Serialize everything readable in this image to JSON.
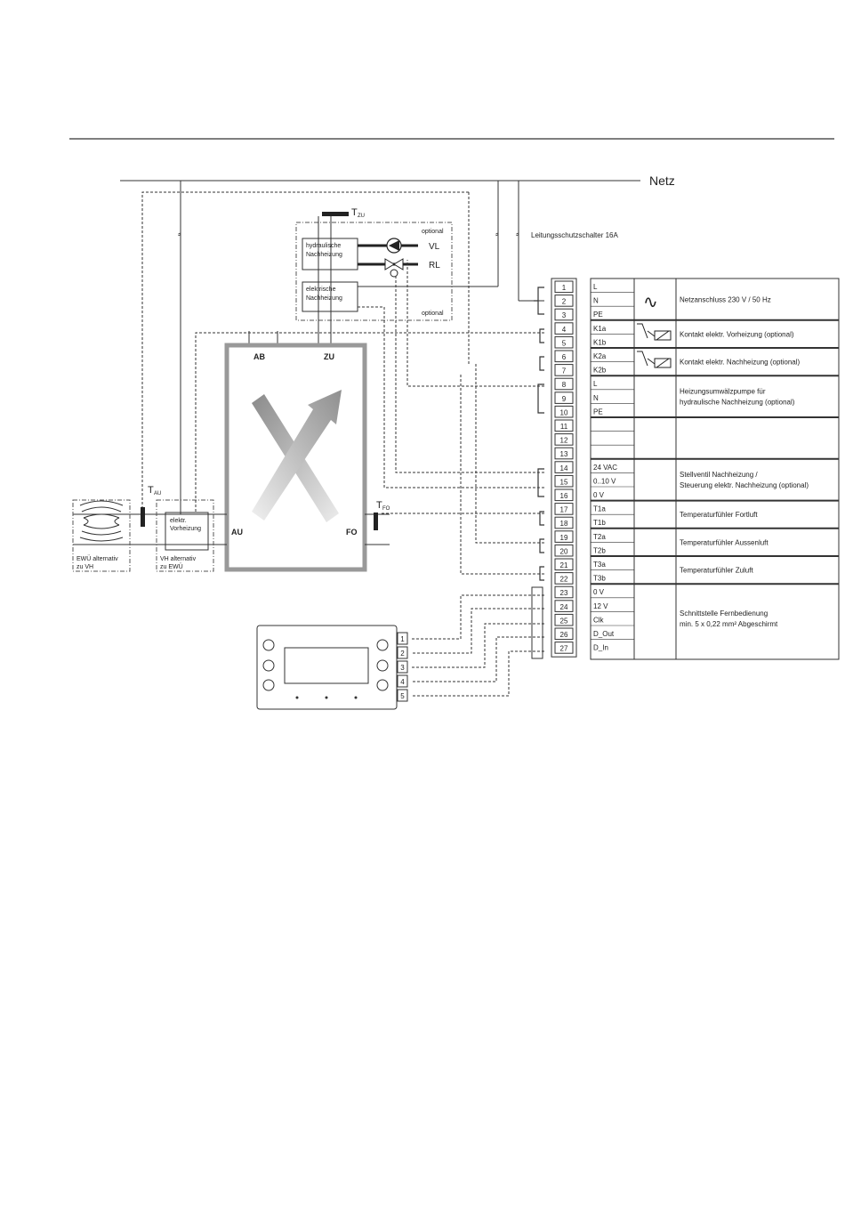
{
  "network_label": "Netz",
  "breaker_label": "Leitungsschutzschalter 16A",
  "sensors": {
    "zuluft": "ZU",
    "aussenluft": "AU",
    "fortluft": "FO",
    "t_prefix": "T"
  },
  "optional_top": "optional",
  "optional_bottom": "optional",
  "hydraulic_heater": [
    "hydraulische",
    "Nachheizung"
  ],
  "electric_heater": [
    "elektrische",
    "Nachheizung"
  ],
  "flow_label": "VL",
  "return_label": "RL",
  "pre_heater": [
    "elektr.",
    "Vorheizung"
  ],
  "ewu_label": [
    "EWÜ alternativ",
    "zu VH"
  ],
  "vh_label": [
    "VH alternativ",
    "zu EWÜ"
  ],
  "unit_ports": {
    "ab": "AB",
    "zu": "ZU",
    "au": "AU",
    "fo": "FO"
  },
  "terminals": [
    "1",
    "2",
    "3",
    "4",
    "5",
    "6",
    "7",
    "8",
    "9",
    "10",
    "11",
    "12",
    "13",
    "14",
    "15",
    "16",
    "17",
    "18",
    "19",
    "20",
    "21",
    "22",
    "23",
    "24",
    "25",
    "26",
    "27"
  ],
  "remote_terminals": [
    "1",
    "2",
    "3",
    "4",
    "5"
  ],
  "signals": [
    "L",
    "N",
    "PE",
    "K1a",
    "K1b",
    "K2a",
    "K2b",
    "L",
    "N",
    "PE",
    "",
    "",
    "",
    "24 VAC",
    "0..10 V",
    "0 V",
    "T1a",
    "T1b",
    "T2a",
    "T2b",
    "T3a",
    "T3b",
    "0 V",
    "12 V",
    "Clk",
    "D_Out",
    "D_In"
  ],
  "groups": [
    {
      "lines": [
        "Netzanschluss 230 V / 50 Hz"
      ]
    },
    {
      "lines": [
        "Kontakt elektr. Vorheizung (optional)"
      ]
    },
    {
      "lines": [
        "Kontakt elektr. Nachheizung (optional)"
      ]
    },
    {
      "lines": [
        "Heizungsumwälzpumpe für",
        "hydraulische Nachheizung (optional)"
      ]
    },
    {
      "lines": []
    },
    {
      "lines": [
        "Stellventil Nachheizung /",
        "Steuerung elektr. Nachheizung (optional)"
      ]
    },
    {
      "lines": [
        "Temperaturfühler Fortluft"
      ]
    },
    {
      "lines": [
        "Temperaturfühler Aussenluft"
      ]
    },
    {
      "lines": [
        "Temperaturfühler Zuluft"
      ]
    },
    {
      "lines": [
        "Schnittstelle Fernbedienung",
        "min. 5 x 0,22 mm² Abgeschirmt"
      ]
    }
  ]
}
